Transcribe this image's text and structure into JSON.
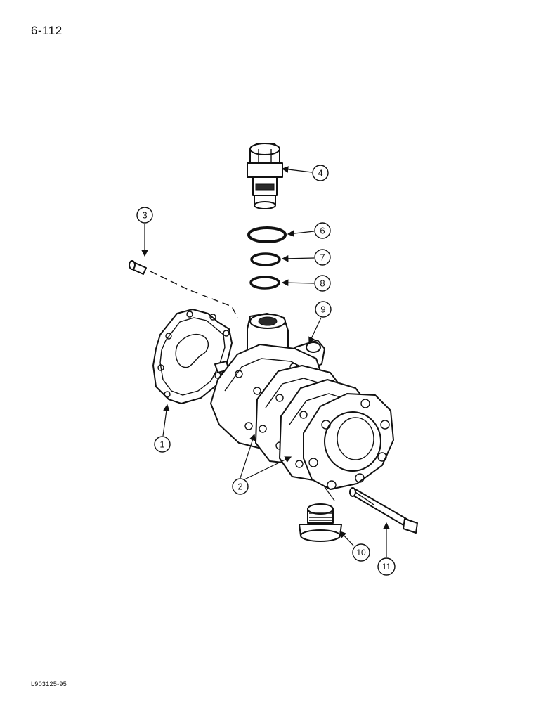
{
  "page": {
    "number": "6-112",
    "figure_code": "L903125-95"
  },
  "callouts": {
    "c1": "1",
    "c2": "2",
    "c3": "3",
    "c4": "4",
    "c6": "6",
    "c7": "7",
    "c8": "8",
    "c9": "9",
    "c10": "10",
    "c11": "11"
  },
  "colors": {
    "line": "#111111",
    "background": "#ffffff"
  }
}
